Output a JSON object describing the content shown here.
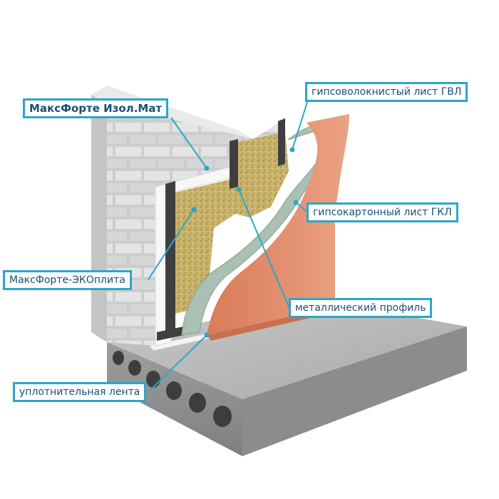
{
  "labels": {
    "izolmat": "МаксФорте Изол.Мат",
    "gvl": "гипсоволокнистый лист ГВЛ",
    "gkl": "гипсокартонный лист ГКЛ",
    "ecoplita": "МаксФорте-ЭКОплита",
    "profile": "металлический профиль",
    "tape": "уплотнительная лента"
  },
  "colors": {
    "callout_border": "#2aa7c9",
    "label_text": "#1a4f77",
    "block_wall": "#d9d9d9",
    "insulation": "#c9b26a",
    "gypsum_board": "#a9c0b3",
    "finish_board": "#e08866",
    "concrete_slab": "#b9b9b9"
  }
}
